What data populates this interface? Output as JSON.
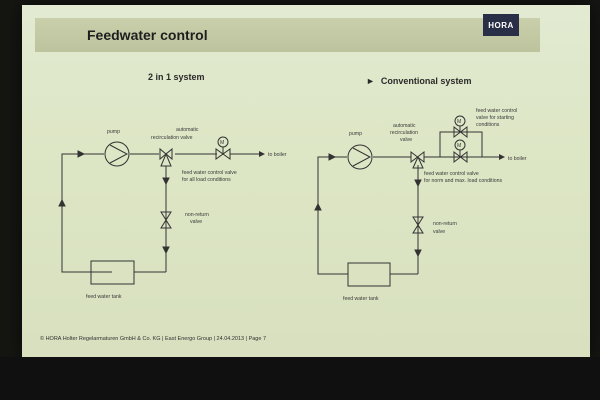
{
  "slide": {
    "title": "Feedwater control",
    "logo_text": "HORA",
    "footer": "© HORA Holter Regelarmaturen GmbH & Co. KG | East Energo Group | 24.04.2013 | Page 7"
  },
  "left_diagram": {
    "heading": "2 in 1 system",
    "labels": {
      "pump": "pump",
      "recirc_line1": "automatic",
      "recirc_line2": "recirculation valve",
      "motor": "M",
      "to_boiler": "to boiler",
      "control_line1": "feed water control valve",
      "control_line2": "for all load conditions",
      "nonreturn_line1": "non-return",
      "nonreturn_line2": "valve",
      "tank": "feed water tank"
    }
  },
  "right_diagram": {
    "heading": "Conventional system",
    "labels": {
      "pump": "pump",
      "recirc_line1": "automatic",
      "recirc_line2": "recirculation",
      "recirc_line3": "valve",
      "startup_line1": "feed water control",
      "startup_line2": "valve for starting",
      "startup_line3": "conditions",
      "motor": "M",
      "to_boiler": "to boiler",
      "control_line1": "feed water control valve",
      "control_line2": "for norm and max. load conditions",
      "nonreturn_line1": "non-return",
      "nonreturn_line2": "valve",
      "tank": "feed water tank"
    }
  }
}
